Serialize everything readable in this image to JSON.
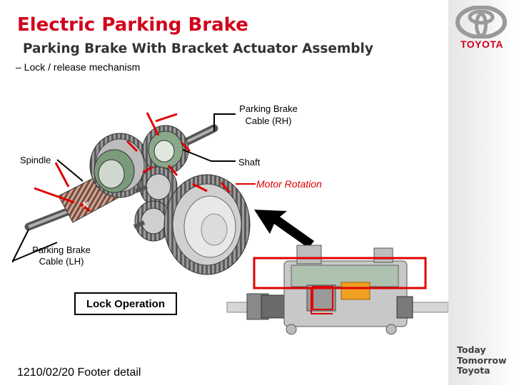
{
  "slide": {
    "title": "Electric Parking Brake",
    "subtitle": "Parking Brake With Bracket Actuator Assembly",
    "bullet": "– Lock / release mechanism"
  },
  "labels": {
    "cable_rh": [
      "Parking Brake",
      "Cable (RH)"
    ],
    "spindle": "Spindle",
    "shaft": "Shaft",
    "motor_rotation": "Motor Rotation",
    "cable_lh": [
      "Parking Brake",
      "Cable (LH)"
    ],
    "lock_operation": "Lock Operation"
  },
  "branding": {
    "logo_icon": "toyota-emblem-icon",
    "name": "TOYOTA",
    "tagline": [
      "Today",
      "Tomorrow",
      "Toyota"
    ]
  },
  "footer": {
    "text": "1210/02/20 Footer detail"
  },
  "colors": {
    "accent": "#d0021b",
    "text": "#333333",
    "actuator_highlight": "#f0a020"
  }
}
